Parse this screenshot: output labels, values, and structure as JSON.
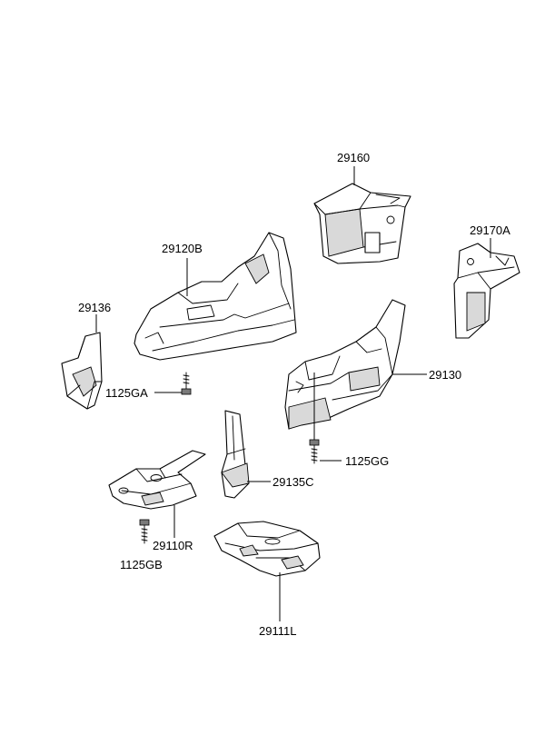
{
  "callouts": {
    "p29160": "29160",
    "p29170A": "29170A",
    "p29120B": "29120B",
    "p29136": "29136",
    "p29130": "29130",
    "p1125GA": "1125GA",
    "p1125GG": "1125GG",
    "p29135C": "29135C",
    "p29110R": "29110R",
    "p1125GB": "1125GB",
    "p29111L": "29111L"
  }
}
